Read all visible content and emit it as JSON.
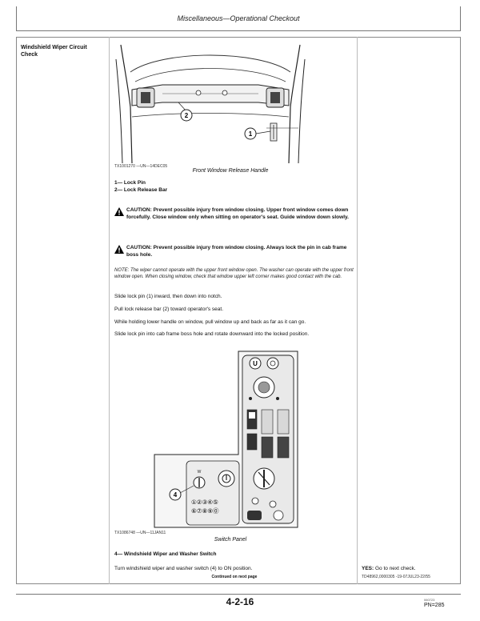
{
  "header": {
    "title": "Miscellaneous—Operational Checkout"
  },
  "section": {
    "title": "Windshield Wiper Circuit Check"
  },
  "figure1": {
    "code": "TX1001270 —UN—14DEC05",
    "caption": "Front Window Release Handle",
    "callouts": [
      "1",
      "2"
    ],
    "legend": [
      "1— Lock Pin",
      "2— Lock Release Bar"
    ]
  },
  "cautions": [
    "CAUTION: Prevent possible injury from window closing. Upper front window comes down forcefully. Close window only when sitting on operator's seat. Guide window down slowly.",
    "CAUTION: Prevent possible injury from window closing. Always lock the pin in cab frame boss hole."
  ],
  "note": "NOTE: The wiper cannot operate with the upper front window open. The washer can operate with the upper front window open. When closing window, check that window upper left corner makes good contact with the cab.",
  "steps": [
    "Slide lock pin (1) inward, then down into notch.",
    "Pull lock release bar (2) toward operator's seat.",
    "While holding lower handle on window, pull window up and back as far as it can go.",
    "Slide lock pin into cab frame boss hole and rotate downward into the locked position."
  ],
  "figure2": {
    "code": "TX1086748 —UN—11JAN11",
    "caption": "Switch Panel",
    "callout": "4",
    "keypad_row1": [
      "①",
      "②",
      "③",
      "④",
      "⑤"
    ],
    "keypad_row2": [
      "⑥",
      "⑦",
      "⑧",
      "⑨",
      "⓪"
    ],
    "legend": "4— Windshield Wiper and Washer Switch"
  },
  "final_step": "Turn windshield wiper and washer switch (4) to ON position.",
  "continued": "Continued on next page",
  "result": {
    "yes_label": "YES:",
    "yes_text": "Go to next check."
  },
  "reference": "TD48962,0000305 -19-07JUL23-22/55",
  "footer": {
    "page_number": "4-2-16",
    "small_code": "060723",
    "pn": "PN=285"
  }
}
